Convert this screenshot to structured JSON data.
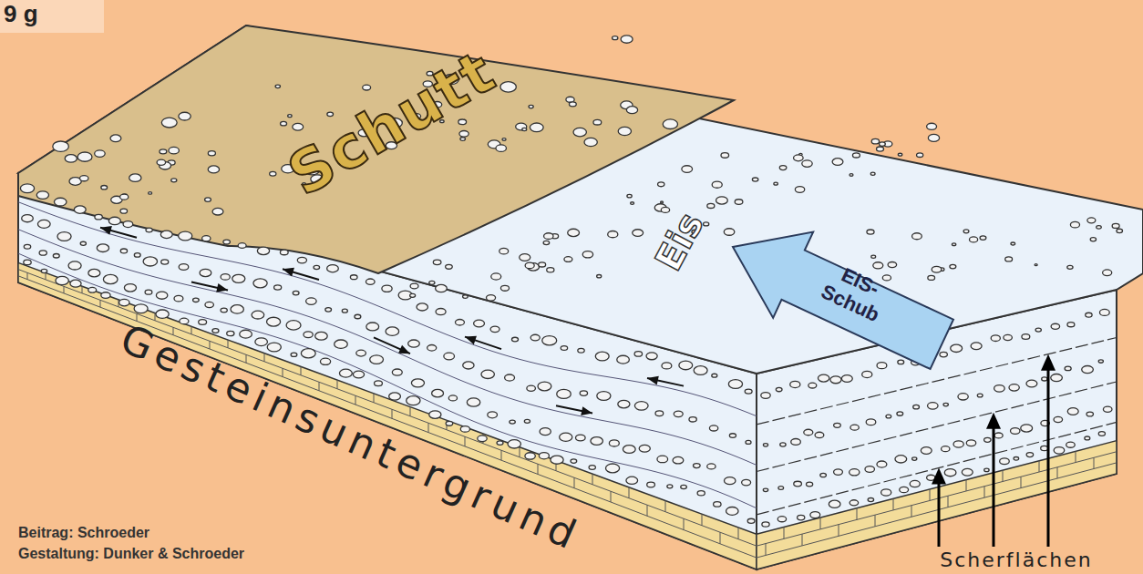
{
  "diagram": {
    "title": "9 g",
    "nodes": [
      {
        "text": [
          "EIS-Schub"
        ]
      }
    ],
    "labels": [
      "Schutt",
      "Eis",
      "Gesteinsuntergrund",
      "Scherflächen",
      "Beitrag: Schroeder",
      "Gestaltung: Dunker & Schroeder"
    ]
  }
}
